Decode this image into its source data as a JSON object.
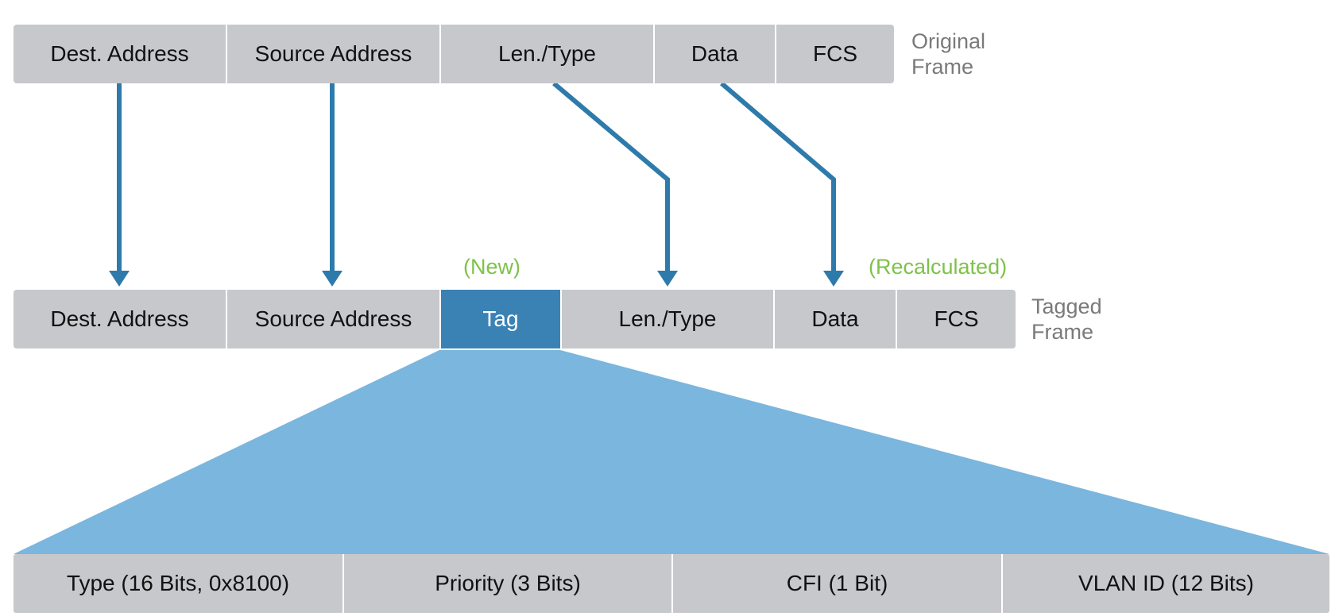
{
  "original_frame": {
    "label_line1": "Original",
    "label_line2": "Frame",
    "fields": [
      "Dest. Address",
      "Source Address",
      "Len./Type",
      "Data",
      "FCS"
    ]
  },
  "tagged_frame": {
    "label_line1": "Tagged",
    "label_line2": "Frame",
    "fields": [
      "Dest. Address",
      "Source Address",
      "Tag",
      "Len./Type",
      "Data",
      "FCS"
    ],
    "new_note": "(New)",
    "recalculated_note": "(Recalculated)"
  },
  "tag_detail": {
    "fields": [
      "Type (16 Bits, 0x8100)",
      "Priority (3 Bits)",
      "CFI (1 Bit)",
      "VLAN ID (12 Bits)"
    ]
  },
  "colors": {
    "field_gray": "#c7c8cc",
    "tag_blue": "#3a82b4",
    "arrow_blue": "#2e7bab",
    "expansion_blue": "#7ab6de",
    "note_green": "#7ec24a",
    "label_gray": "#7a7a7a"
  }
}
